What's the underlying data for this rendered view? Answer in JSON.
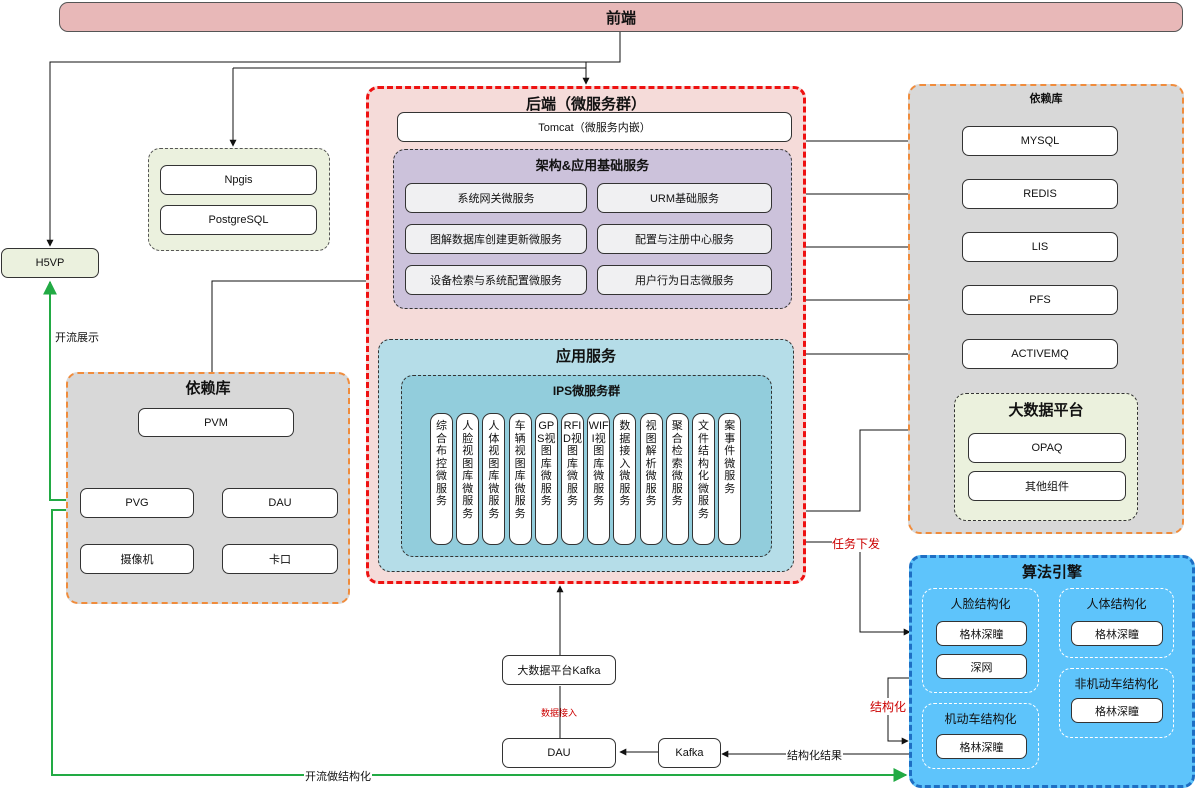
{
  "frontend": {
    "label": "前端"
  },
  "npgis_group": {
    "items": [
      "Npgis",
      "PostgreSQL"
    ]
  },
  "h5vp": {
    "label": "H5VP"
  },
  "labels": {
    "kailiu_zhanshi": "开流展示",
    "kailiu_jiegouhua": "开流做结构化",
    "renwu_xiafa": "任务下发",
    "jiegouhua": "结构化",
    "jiegouhua_jieguo": "结构化结果",
    "shuju_jieru": "数据接入"
  },
  "backend": {
    "title": "后端（微服务群）",
    "tomcat": "Tomcat（微服务内嵌）",
    "arch": {
      "title": "架构&应用基础服务",
      "services": [
        "系统网关微服务",
        "URM基础服务",
        "图解数据库创建更新微服务",
        "配置与注册中心服务",
        "设备检索与系统配置微服务",
        "用户行为日志微服务"
      ]
    },
    "app": {
      "title": "应用服务",
      "ips": {
        "title": "IPS微服务群",
        "columns": [
          "综合布控微服务",
          "人脸视图库微服务",
          "人体视图库微服务",
          "车辆视图库微服务",
          "GPS视图库微服务",
          "RFID视图库微服务",
          "WIFI视图库微服务",
          "数据接入微服务",
          "视图解析微服务",
          "聚合检索微服务",
          "文件结构化微服务",
          "案事件微服务"
        ]
      }
    }
  },
  "deps_left": {
    "title": "依赖库",
    "pvm": "PVM",
    "pvg": "PVG",
    "dau": "DAU",
    "camera": "摄像机",
    "gate": "卡口"
  },
  "deps_right": {
    "title": "依赖库",
    "items": [
      "MYSQL",
      "REDIS",
      "LIS",
      "PFS",
      "ACTIVEMQ"
    ],
    "bigdata": {
      "title": "大数据平台",
      "items": [
        "OPAQ",
        "其他组件"
      ]
    }
  },
  "kafka_bigdata": "大数据平台Kafka",
  "dau_bottom": "DAU",
  "kafka": "Kafka",
  "algo": {
    "title": "算法引擎",
    "face": {
      "title": "人脸结构化",
      "items": [
        "格林深瞳",
        "深网"
      ]
    },
    "body": {
      "title": "人体结构化",
      "items": [
        "格林深瞳"
      ]
    },
    "nonmotor": {
      "title": "非机动车结构化",
      "items": [
        "格林深瞳"
      ]
    },
    "motor": {
      "title": "机动车结构化",
      "items": [
        "格林深瞳"
      ]
    }
  },
  "colors": {
    "frontend_fill": "#e8b8b8",
    "backend_fill": "#f5dbd9",
    "backend_border": "#ee1111",
    "arch_fill": "#ccc2db",
    "app_fill": "#b5dde8",
    "ips_fill": "#92cddc",
    "deps_fill": "#d8d8d8",
    "deps_border": "#f08c3c",
    "bigdata_fill": "#ebf1dd",
    "npgis_fill": "#ebf1de",
    "algo_fill": "#5ec4fb",
    "algo_border": "#1e6fc4",
    "green_line": "#22aa44"
  }
}
